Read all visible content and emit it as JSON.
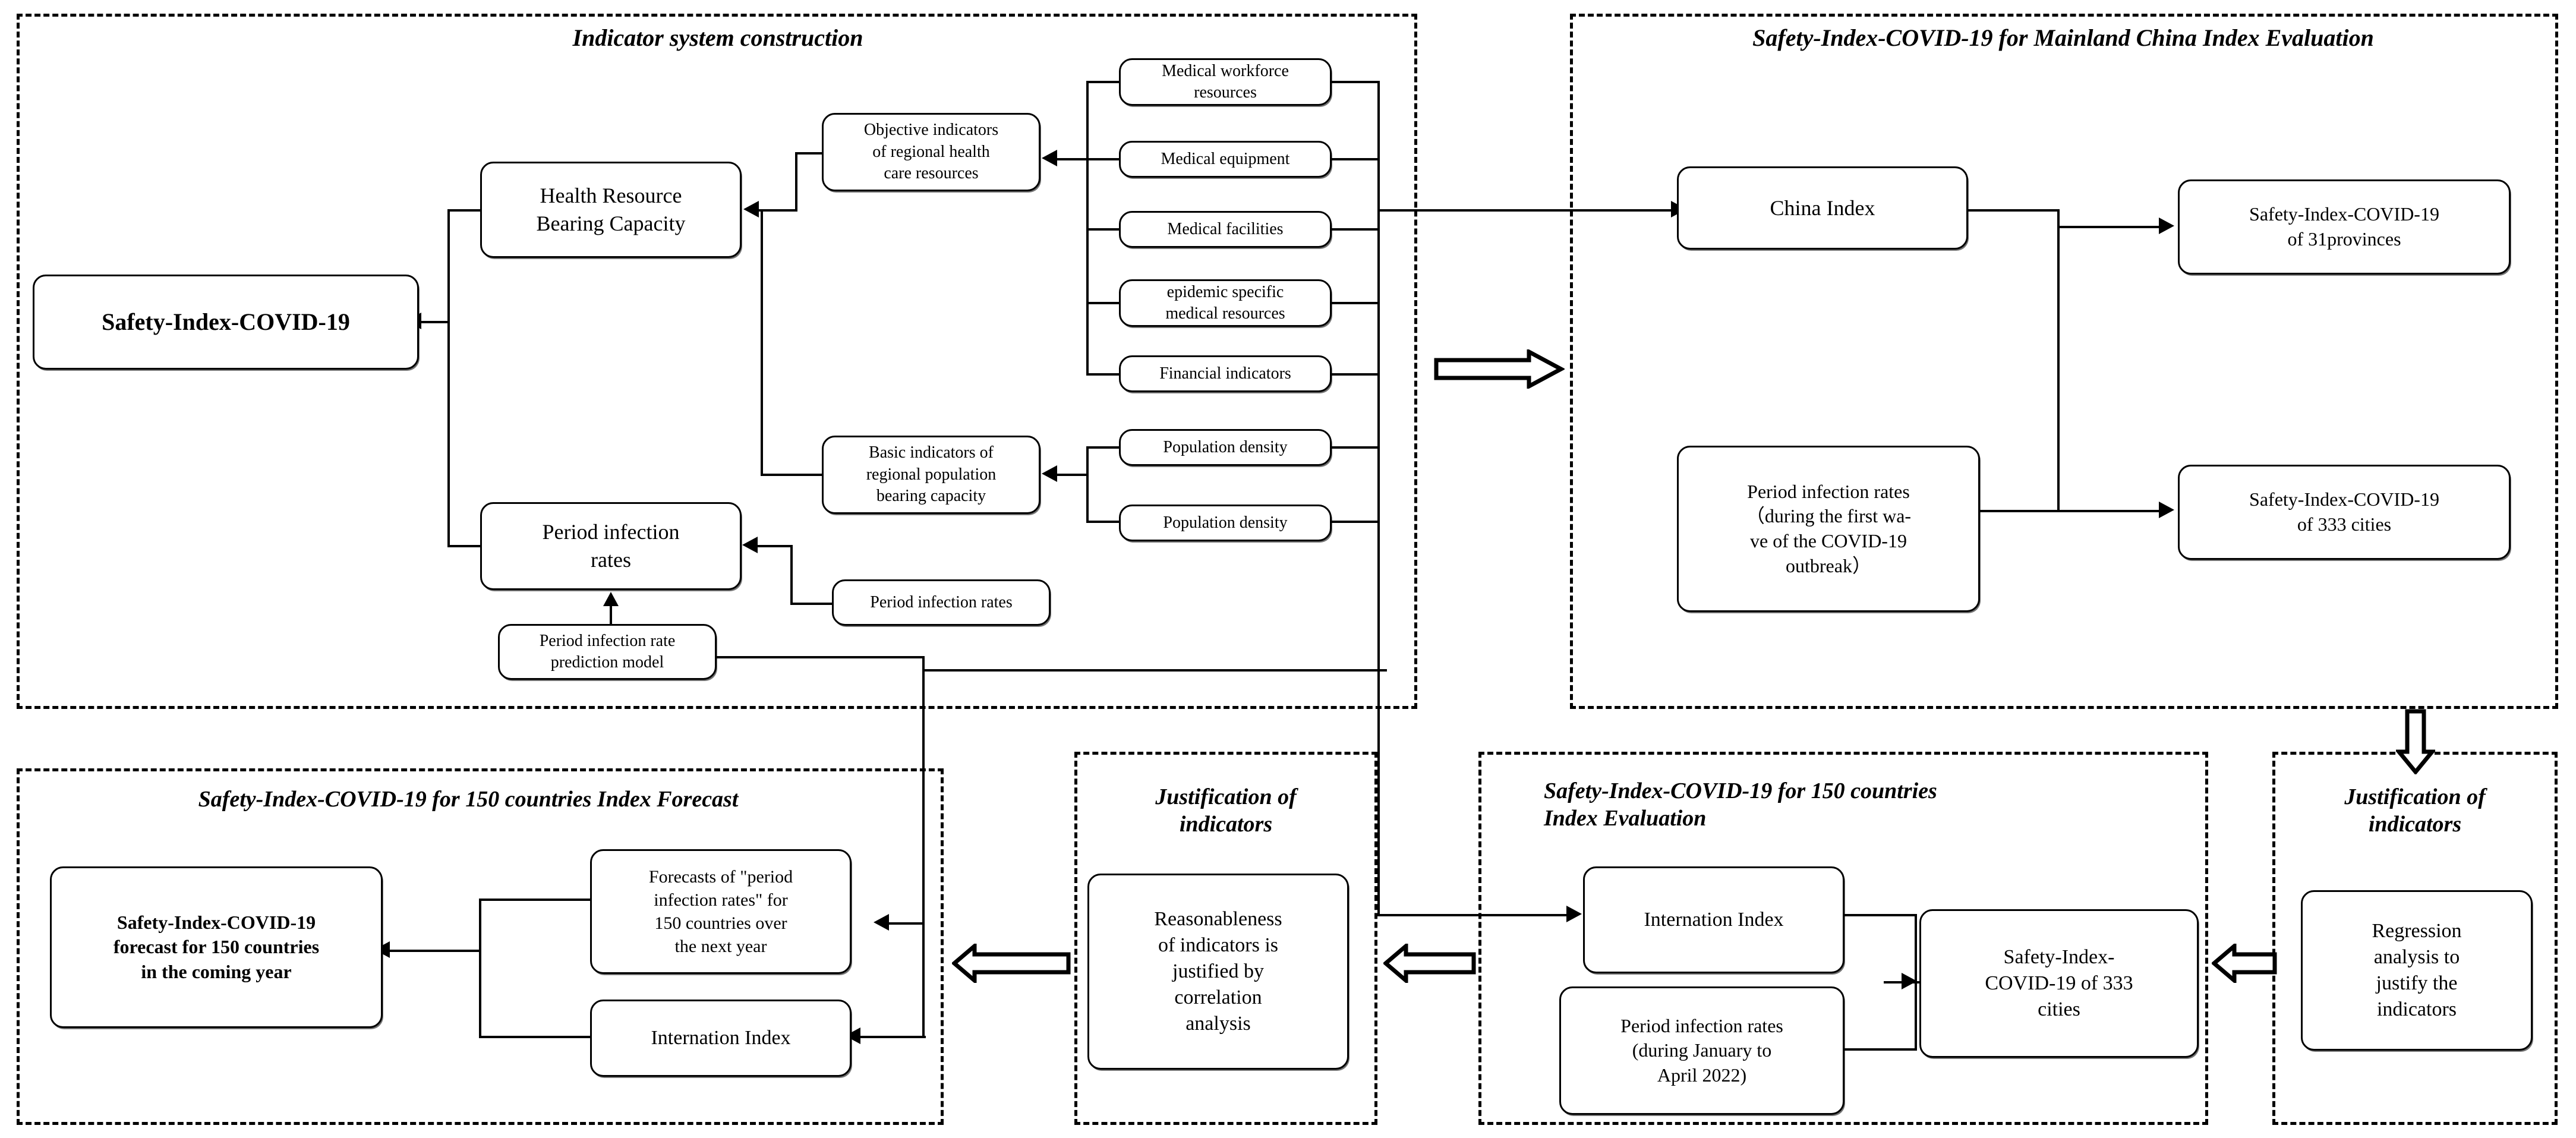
{
  "figure": {
    "kind": "flowchart",
    "background": "#ffffff",
    "line_color": "#000000"
  },
  "panels": {
    "indicator_system": {
      "title": "Indicator system construction",
      "nodes": {
        "safety_index": "Safety-Index-COVID-19",
        "health_resource": "Health Resource\nBearing Capacity",
        "period_infection_rates": "Period infection\nrates",
        "objective_indicators": "Objective indicators\nof regional health\ncare resources",
        "basic_indicators": "Basic indicators of\nregional population\nbearing capacity",
        "period_infection_rates_leaf": "Period infection rates",
        "prediction_model": "Period infection rate\nprediction model",
        "leaf_medical_workforce": "Medical workforce\nresources",
        "leaf_medical_equipment": "Medical equipment",
        "leaf_medical_facilities": "Medical facilities",
        "leaf_epidemic_specific": "epidemic specific\nmedical resources",
        "leaf_financial": "Financial indicators",
        "leaf_population_density_1": "Population density",
        "leaf_population_density_2": "Population density"
      }
    },
    "china_evaluation": {
      "title": "Safety-Index-COVID-19 for Mainland China Index Evaluation",
      "nodes": {
        "china_index": "China Index",
        "period_rates_first_wave": "Period infection rates\n（during the first wa-\nve of the COVID-19\noutbreak）",
        "si_31_provinces": "Safety-Index-COVID-19\nof 31provinces",
        "si_333_cities": "Safety-Index-COVID-19\nof 333 cities"
      }
    },
    "forecast_150": {
      "title": "Safety-Index-COVID-19 for 150 countries Index Forecast",
      "nodes": {
        "forecast_result": "Safety-Index-COVID-19\nforecast for 150 countries\nin the coming year",
        "forecasts_rates": "Forecasts of \"period\ninfection rates\" for\n150 countries over\nthe next year",
        "internation_index": "Internation Index"
      }
    },
    "justification_middle": {
      "title": "Justification of\nindicators",
      "nodes": {
        "correlation": "Reasonableness\nof indicators is\njustified by\ncorrelation\nanalysis"
      }
    },
    "evaluation_150": {
      "title": "Safety-Index-COVID-19 for 150  countries\nIndex Evaluation",
      "nodes": {
        "internation_index": "Internation Index",
        "period_rates_jan_apr": "Period infection rates\n(during January to\nApril 2022)",
        "si_333_cities": "Safety-Index-\nCOVID-19 of 333\ncities"
      }
    },
    "justification_right": {
      "title": "Justification of\nindicators",
      "nodes": {
        "regression": "Regression\nanalysis to\njustify the\nindicators"
      }
    }
  },
  "arrows": {
    "hollow_right_panel1_to_panel2": "block-arrow-right",
    "hollow_down_panel2_to_justification_right": "block-arrow-down",
    "hollow_left_justification_right_to_eval150": "block-arrow-left",
    "hollow_left_eval150_to_justification_middle": "block-arrow-left",
    "hollow_left_justification_middle_to_forecast150": "block-arrow-left"
  }
}
